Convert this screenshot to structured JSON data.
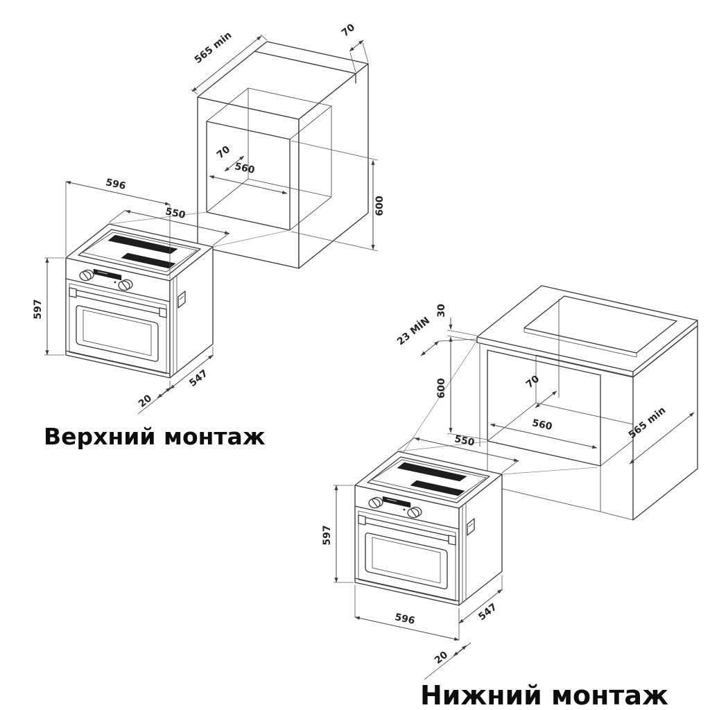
{
  "top_mount": {
    "title": "Верхний монтаж",
    "cabinet_dims": {
      "depth_min": "565 min",
      "top_rear_gap": "70",
      "rear_clearance": "70",
      "niche_width": "560",
      "niche_height": "600"
    },
    "oven_dims": {
      "width": "596",
      "top_width": "550",
      "height": "597",
      "depth": "547",
      "front_overhang": "20"
    }
  },
  "bottom_mount": {
    "title": "Нижний монтаж",
    "cabinet_dims": {
      "counter_thickness": "30",
      "front_clearance_min": "23 MİN",
      "niche_height": "600",
      "rear_clearance": "70",
      "niche_width": "560",
      "depth_min": "565 min"
    },
    "oven_dims": {
      "width": "596",
      "top_width": "550",
      "height": "597",
      "depth": "547",
      "front_overhang": "20"
    }
  }
}
